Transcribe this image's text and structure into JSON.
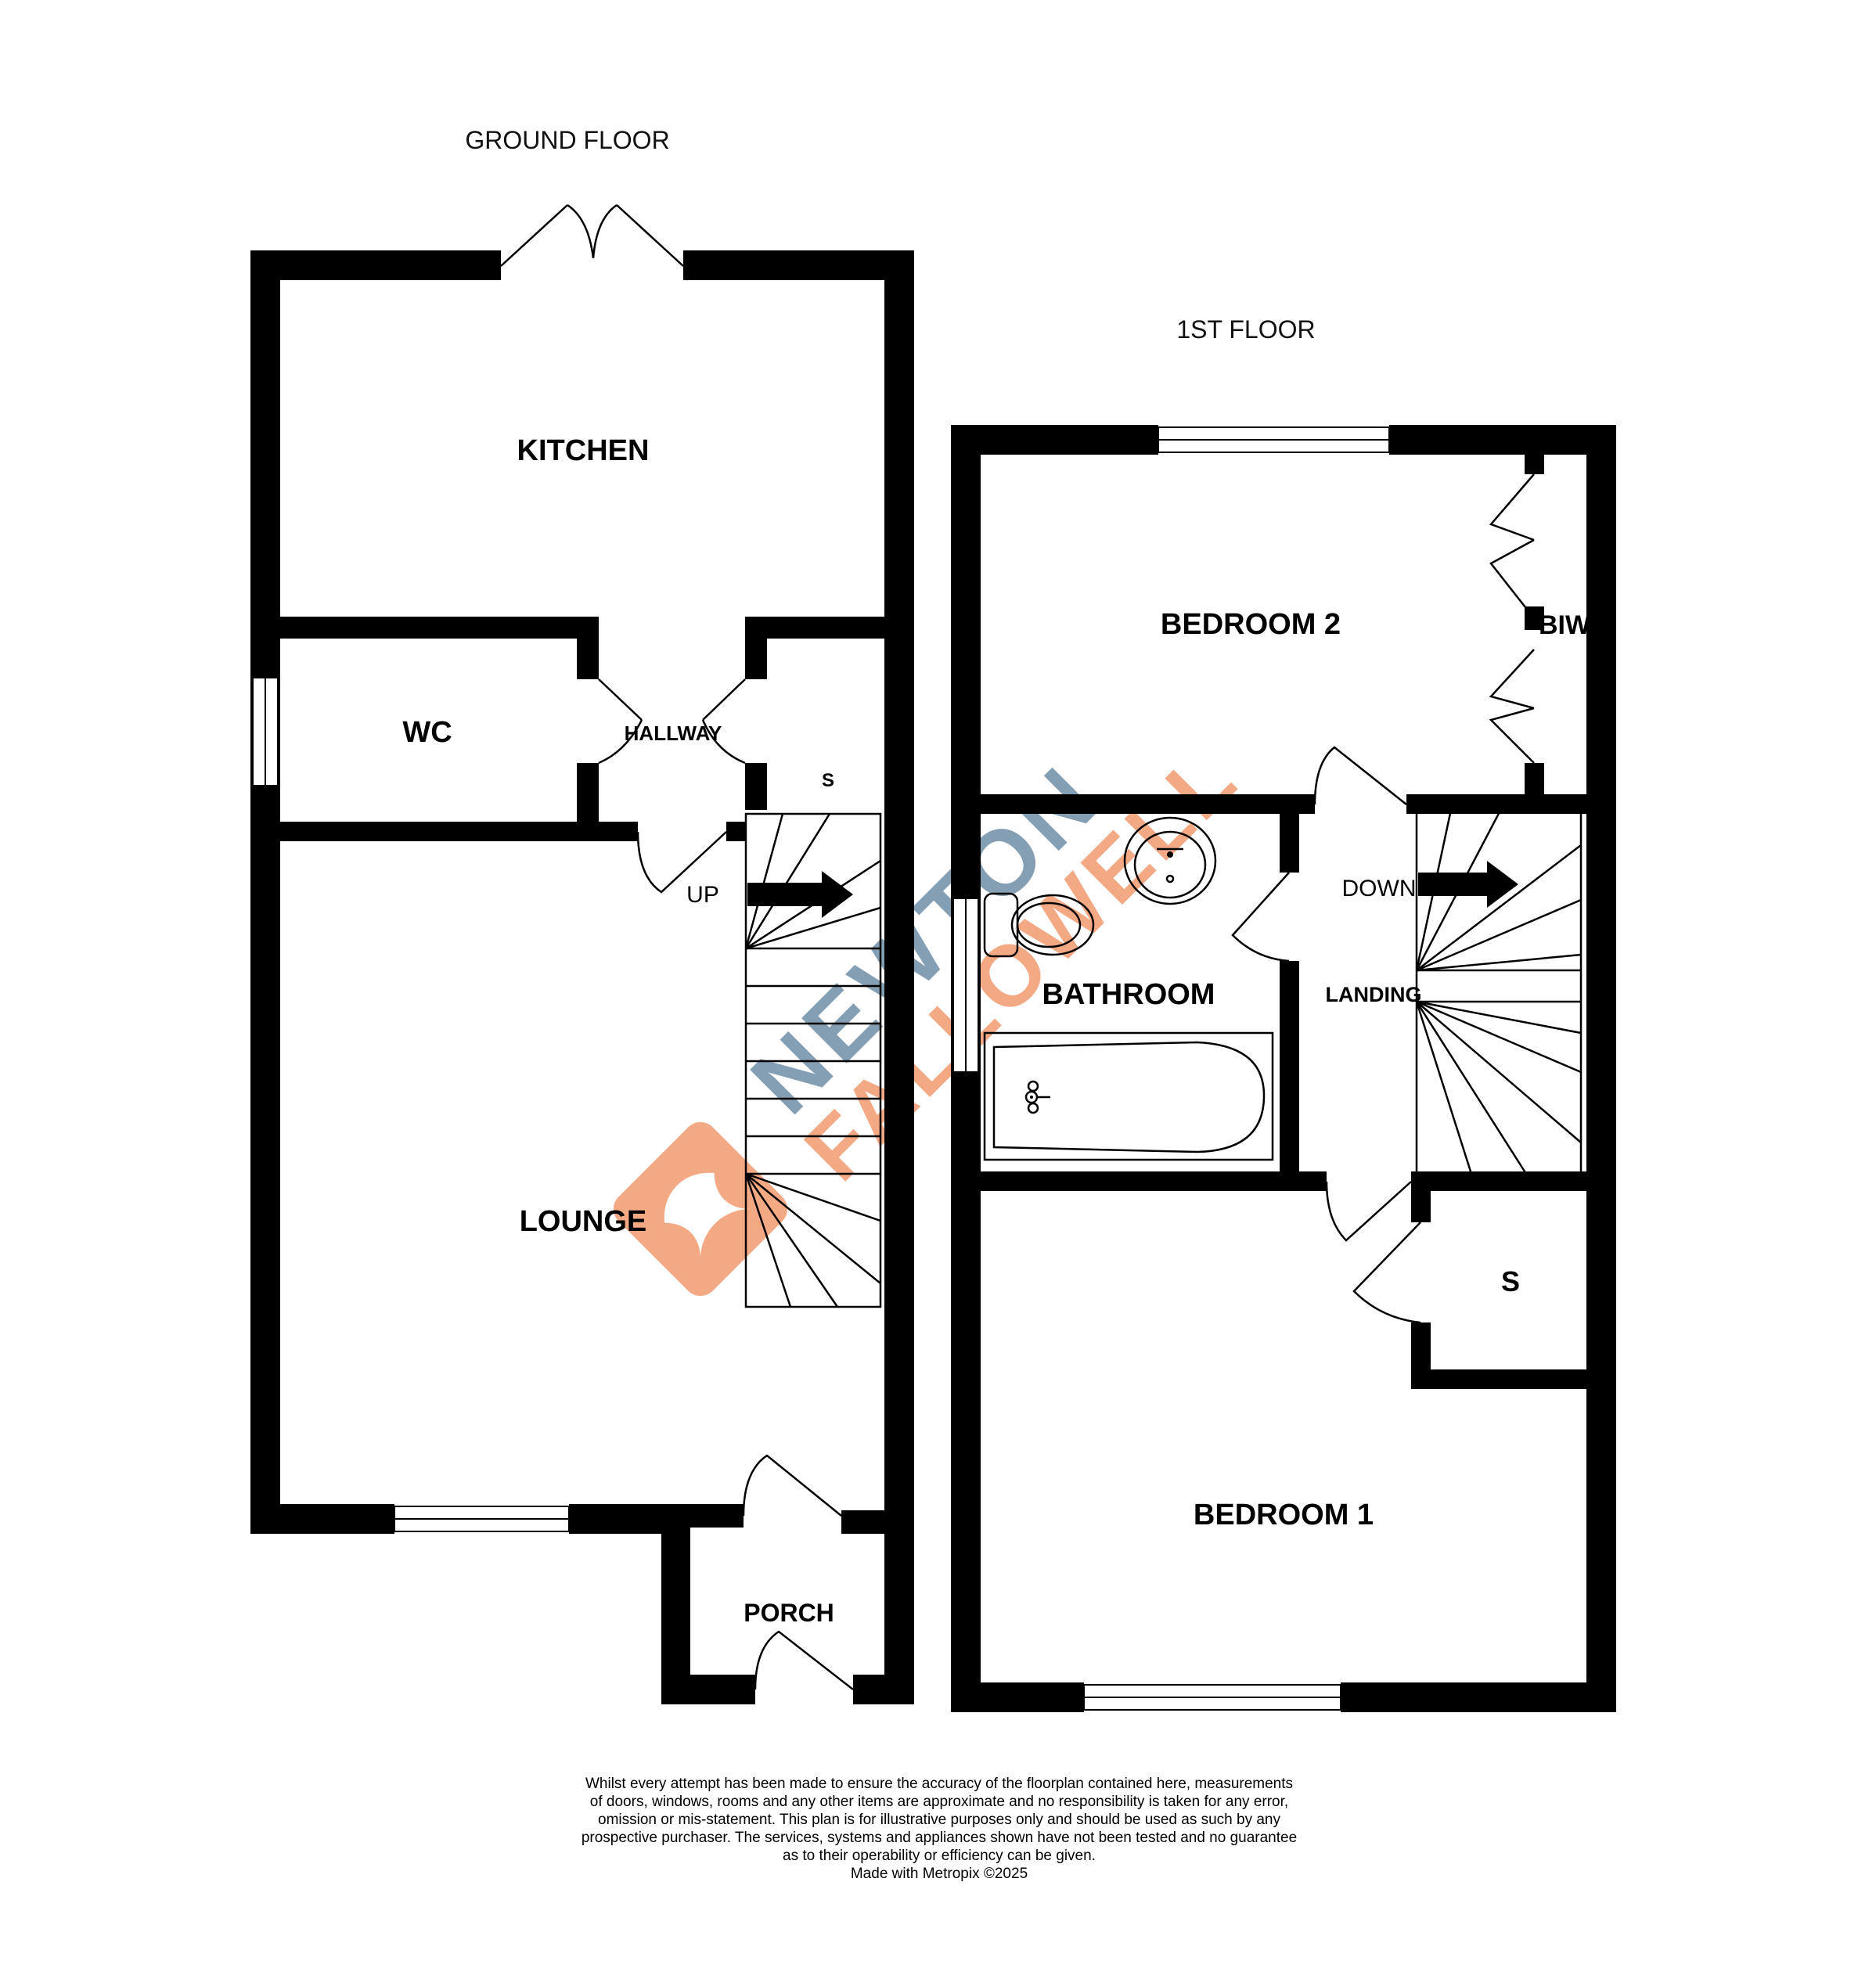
{
  "floors": {
    "ground": {
      "title": "GROUND FLOOR",
      "rooms": {
        "kitchen": "KITCHEN",
        "wc": "WC",
        "hallway": "HALLWAY",
        "store": "S",
        "lounge": "LOUNGE",
        "porch": "PORCH"
      },
      "stairs_label": "UP"
    },
    "first": {
      "title": "1ST FLOOR",
      "rooms": {
        "bedroom2": "BEDROOM 2",
        "biw": "BIW",
        "bathroom": "BATHROOM",
        "landing": "LANDING",
        "store": "S",
        "bedroom1": "BEDROOM 1"
      },
      "stairs_label": "DOWN"
    }
  },
  "watermark": {
    "line1": "NEWTON",
    "line2": "FALLOWELL",
    "color_blue": "#5b7f9a",
    "color_orange": "#f08c5c"
  },
  "disclaimer": {
    "lines": [
      "Whilst every attempt has been made to ensure the accuracy of the floorplan contained here, measurements",
      "of doors, windows, rooms and any other items are approximate and no responsibility is taken for any error,",
      "omission or mis-statement. This plan is for illustrative purposes only and should be used as such by any",
      "prospective purchaser. The services, systems and appliances shown have not been tested and no guarantee",
      "as to their operability or efficiency can be given."
    ],
    "credit": "Made with Metropix ©2025"
  }
}
